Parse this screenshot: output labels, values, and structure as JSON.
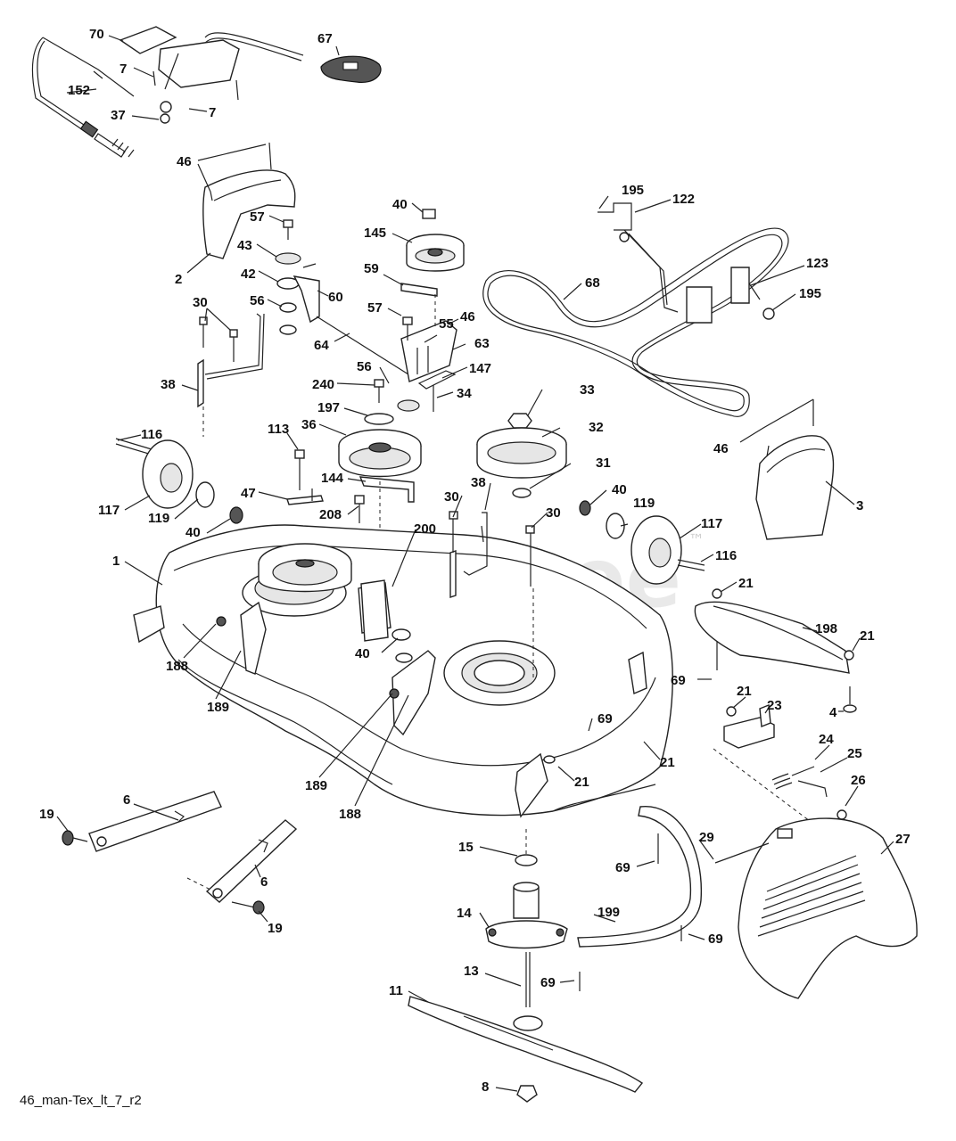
{
  "watermark": "PartsTree",
  "trademark": "™",
  "footer_code": "46_man-Tex_lt_7_r2",
  "part_numbers": [
    "70",
    "67",
    "7",
    "7",
    "152",
    "37",
    "46",
    "2",
    "57",
    "43",
    "42",
    "60",
    "56",
    "64",
    "30",
    "38",
    "40",
    "145",
    "59",
    "57",
    "55",
    "46",
    "63",
    "147",
    "34",
    "240",
    "56",
    "197",
    "36",
    "113",
    "144",
    "47",
    "208",
    "116",
    "117",
    "119",
    "40",
    "1",
    "188",
    "189",
    "189",
    "188",
    "195",
    "122",
    "68",
    "123",
    "195",
    "33",
    "32",
    "31",
    "30",
    "38",
    "200",
    "30",
    "40",
    "119",
    "117",
    "116",
    "46",
    "3",
    "21",
    "198",
    "21",
    "69",
    "4",
    "69",
    "21",
    "23",
    "24",
    "25",
    "26",
    "21",
    "21",
    "6",
    "19",
    "6",
    "19",
    "15",
    "14",
    "13",
    "11",
    "8",
    "69",
    "29",
    "199",
    "69",
    "69",
    "27",
    "40"
  ]
}
